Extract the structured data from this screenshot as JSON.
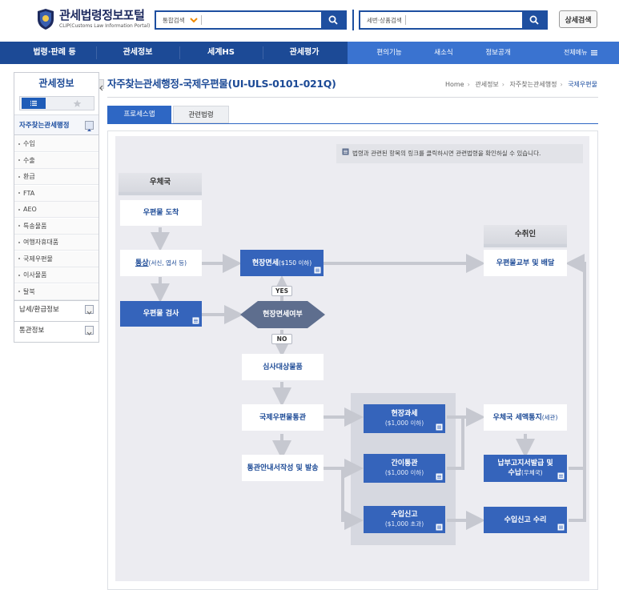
{
  "header": {
    "logo_title": "관세법령정보포털",
    "logo_subtitle": "CLIP(Customs Law Information Portal)",
    "search1_select": "통합검색",
    "search2_select": "세번·상품검색",
    "detail_search": "상세검색"
  },
  "gnb": {
    "items": [
      "법령·판례 등",
      "관세정보",
      "세계HS",
      "관세평가",
      "편의기능",
      "새소식",
      "정보공개"
    ],
    "all_menu": "전체메뉴"
  },
  "sidebar": {
    "title": "관세정보",
    "open_section": "자주찾는관세행정",
    "items": [
      "수입",
      "수출",
      "환급",
      "FTA",
      "AEO",
      "특송물품",
      "여행자휴대품",
      "국제우편물",
      "이사물품",
      "탈북"
    ],
    "sections": [
      "납세/환급정보",
      "통관정보"
    ]
  },
  "content": {
    "page_title": "자주찾는관세행정-국제우편물(UI-ULS-0101-021Q)",
    "breadcrumb": [
      "Home",
      "관세정보",
      "자주찾는관세행정",
      "국제우편물"
    ],
    "tabs": [
      "프로세스맵",
      "관련법령"
    ],
    "notice": "법령과 관련된 항목의 링크를 클릭하시면 관련법령을 확인하실 수 있습니다."
  },
  "flow": {
    "lane_post": "우체국",
    "lane_recipient": "수취인",
    "n_arrival": "우편물 도착",
    "n_normal": "통상",
    "n_normal_sub": "(서신, 엽서 등)",
    "n_inspection": "우편물 검사",
    "n_exempt": "현장면세",
    "n_exempt_sub": "($150 이하)",
    "n_decision": "현장면세여부",
    "yes": "YES",
    "no": "NO",
    "n_review": "심사대상물품",
    "n_clearance": "국제우편물통관",
    "n_notice": "통관안내서작성 및 발송",
    "n_onsite_tax": "현장과세",
    "n_onsite_tax_sub": "($1,000 이하)",
    "n_simple": "간이통관",
    "n_simple_sub": "($1,000 이하)",
    "n_import": "수입신고",
    "n_import_sub": "($1,000 초과)",
    "n_delivery": "우편물교부 및 배달",
    "n_tax_notice": "우체국 세액통지",
    "n_tax_notice_sub": "(세관)",
    "n_payment_1": "납부고지서발급 및",
    "n_payment_2": "수납",
    "n_payment_sub": "(우체국)",
    "n_accept": "수입신고 수리"
  },
  "colors": {
    "navy": "#1c4a96",
    "gnb_light": "#3a73d0",
    "node_blue": "#3564bb",
    "decision": "#5e6e8e"
  }
}
